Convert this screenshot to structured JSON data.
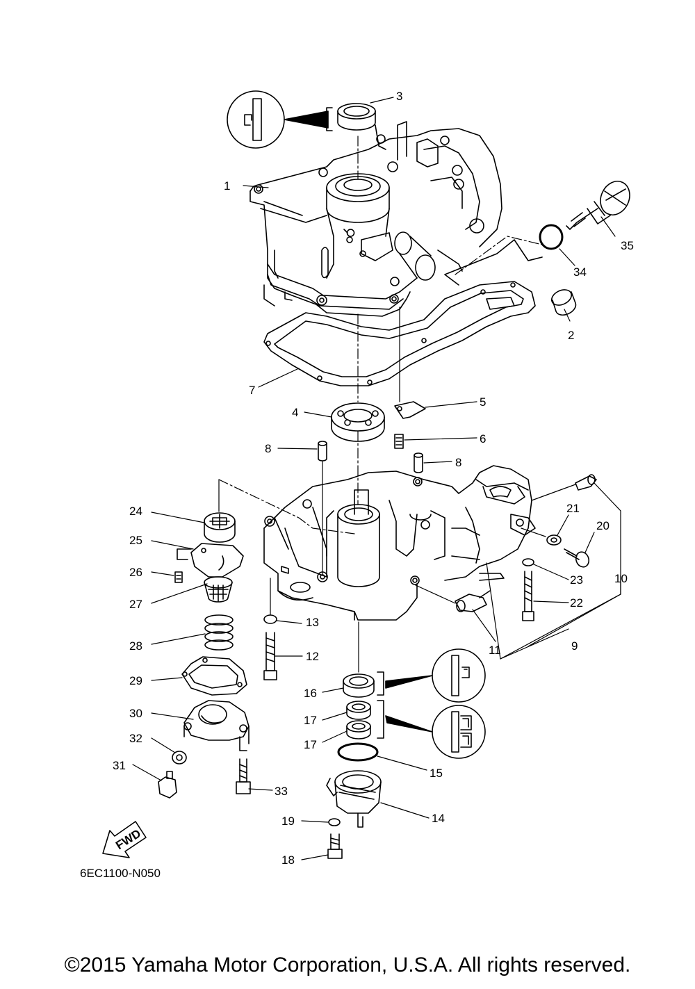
{
  "diagram_code": "6EC1100-N050",
  "fwd_label": "FWD",
  "copyright": "©2015 Yamaha Motor Corporation, U.S.A. All rights reserved.",
  "callouts": [
    "1",
    "2",
    "3",
    "4",
    "5",
    "6",
    "7",
    "8",
    "8",
    "9",
    "10",
    "11",
    "12",
    "13",
    "14",
    "15",
    "16",
    "17",
    "17",
    "18",
    "19",
    "20",
    "21",
    "22",
    "23",
    "24",
    "25",
    "26",
    "27",
    "28",
    "29",
    "30",
    "31",
    "32",
    "33",
    "34",
    "35"
  ]
}
